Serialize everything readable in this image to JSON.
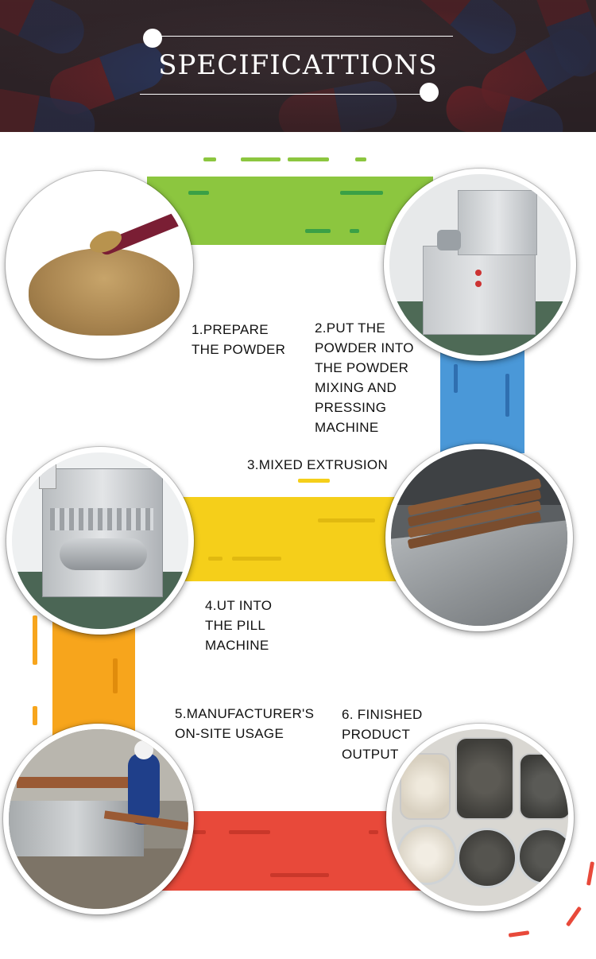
{
  "banner": {
    "title": "SPECIFICATTIONS"
  },
  "steps": [
    {
      "label_lines": [
        "1.PREPARE",
        "THE POWDER"
      ]
    },
    {
      "label_lines": [
        "2.PUT THE",
        "POWDER INTO",
        "THE POWDER",
        "MIXING AND",
        "PRESSING",
        "MACHINE"
      ]
    },
    {
      "label_lines": [
        "3.MIXED EXTRUSION"
      ]
    },
    {
      "label_lines": [
        "4.UT INTO",
        "THE PILL",
        "MACHINE"
      ]
    },
    {
      "label_lines": [
        "5.MANUFACTURER'S",
        "ON-SITE USAGE"
      ]
    },
    {
      "label_lines": [
        "6. FINISHED",
        "PRODUCT",
        "OUTPUT"
      ]
    }
  ],
  "colors": {
    "green": "#8cc63f",
    "blue": "#4a98d8",
    "yellow": "#f5cf1a",
    "orange": "#f7a51c",
    "red": "#e8493a"
  }
}
